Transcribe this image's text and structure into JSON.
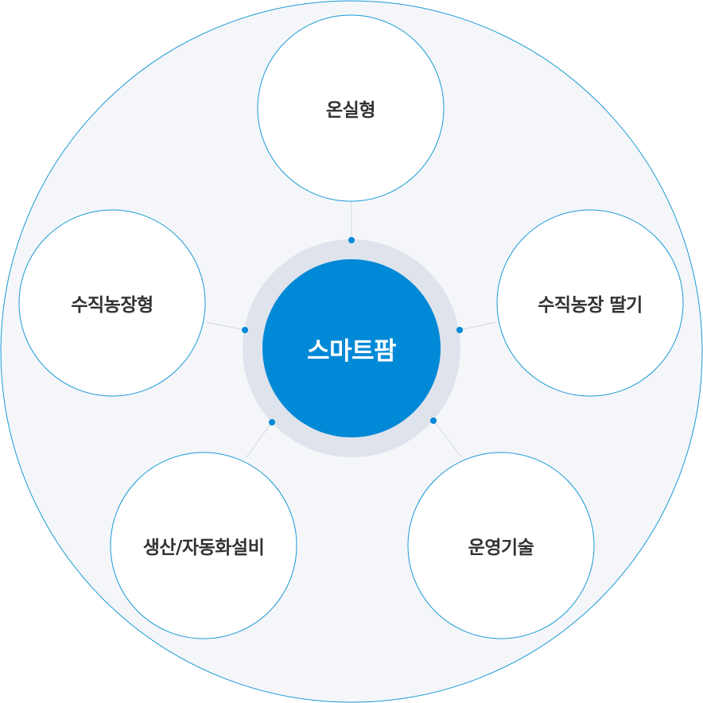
{
  "diagram": {
    "center": {
      "label": "스마트팜"
    },
    "nodes": [
      {
        "label": "온실형"
      },
      {
        "label": "수직농장 딸기"
      },
      {
        "label": "운영기술"
      },
      {
        "label": "생산/자동화설비"
      },
      {
        "label": "수직농장형"
      }
    ]
  },
  "colors": {
    "outer_fill": "#f4f6f9",
    "outer_stroke": "#1a9ad6",
    "ring": "#dfe3ec",
    "center_fill": "#0089d6",
    "node_fill": "#ffffff",
    "node_stroke": "#1a9ad6",
    "connector": "#d5d8de",
    "dot": "#0089d6",
    "text": "#333333"
  }
}
